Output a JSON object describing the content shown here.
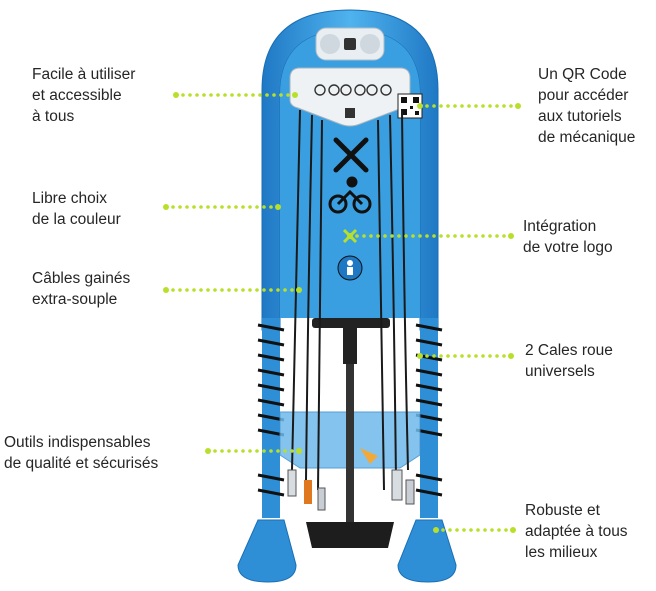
{
  "callouts": {
    "left": [
      {
        "id": "accessible",
        "text": "Facile à utiliser\net accessible\nà tous"
      },
      {
        "id": "color",
        "text": "Libre choix\nde la couleur"
      },
      {
        "id": "cables",
        "text": "Câbles gainés\nextra-souple"
      },
      {
        "id": "tools",
        "text": "Outils indispensables\nde qualité et sécurisés"
      }
    ],
    "right": [
      {
        "id": "qr",
        "text": "Un QR Code\npour accéder\naux tutoriels\nde mécanique"
      },
      {
        "id": "logo",
        "text": "Intégration\nde votre logo"
      },
      {
        "id": "chocks",
        "text": "2 Cales roue\nuniversels"
      },
      {
        "id": "robust",
        "text": "Robuste et\nadaptée à tous\nles milieux"
      }
    ]
  },
  "colors": {
    "station_blue": "#3a9fe0",
    "station_dark": "#1f78c4",
    "accent_dots": "#b8e02a",
    "cable": "#1a1a1a"
  },
  "icons": [
    "tools-cross-icon",
    "cyclist-icon",
    "logo-x-icon",
    "person-badge-icon",
    "qr-code-icon",
    "bike-icon"
  ]
}
